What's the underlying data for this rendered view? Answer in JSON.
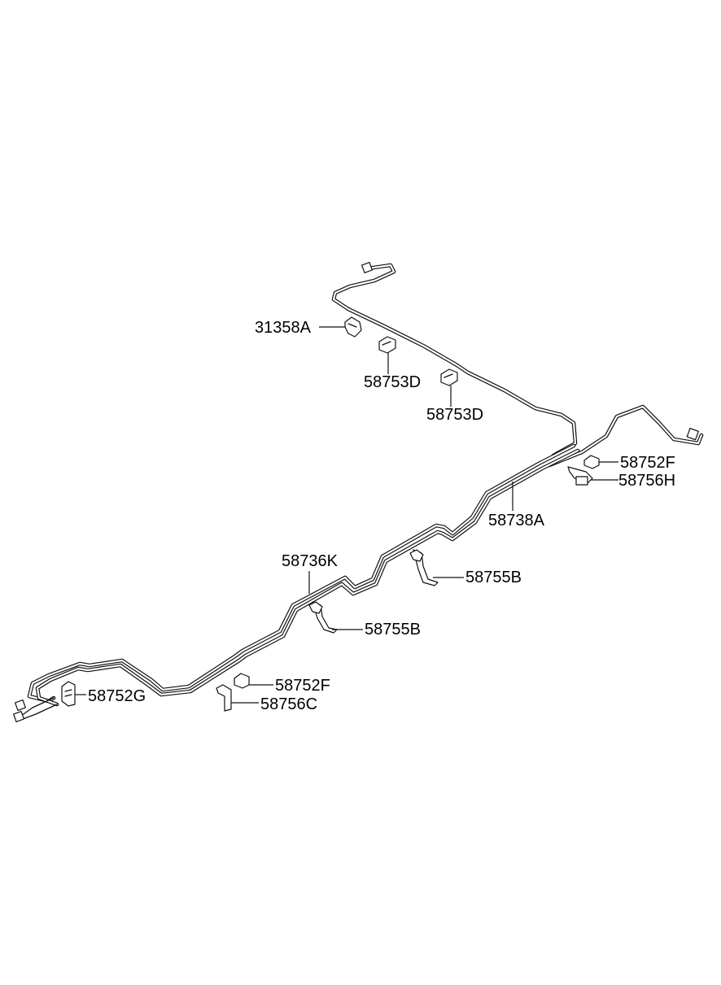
{
  "labels": {
    "p31358A": "31358A",
    "p58753D_1": "58753D",
    "p58753D_2": "58753D",
    "p58752F_1": "58752F",
    "p58756H": "58756H",
    "p58738A": "58738A",
    "p58736K": "58736K",
    "p58755B_1": "58755B",
    "p58755B_2": "58755B",
    "p58752F_2": "58752F",
    "p58756C": "58756C",
    "p58752G": "58752G"
  }
}
